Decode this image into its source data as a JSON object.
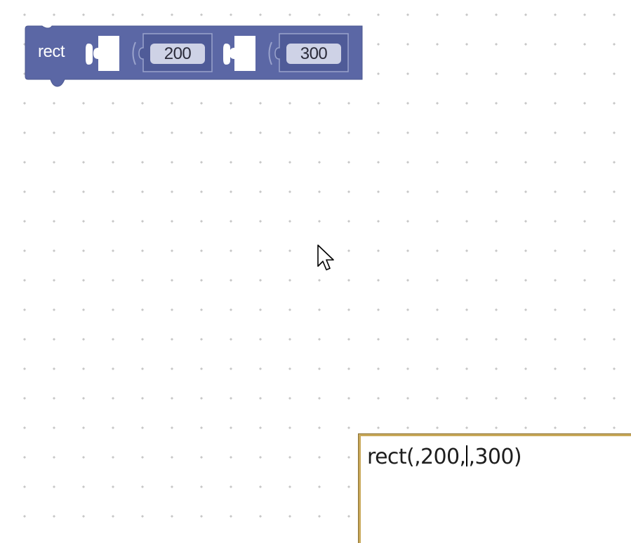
{
  "workspace": {
    "background": "#ffffff",
    "grid_dot_color": "#c7c7c7"
  },
  "block": {
    "label": "rect",
    "color": "#5b67a5",
    "inputs": [
      {
        "kind": "empty-slot"
      },
      {
        "kind": "number",
        "value": "200"
      },
      {
        "kind": "empty-slot"
      },
      {
        "kind": "number",
        "value": "300"
      }
    ]
  },
  "code_editor": {
    "text_before_caret": "rect(,200,",
    "text_after_caret": ",300)",
    "border_color": "#c9a95a"
  },
  "cursor": {
    "icon": "mouse-pointer-icon"
  }
}
